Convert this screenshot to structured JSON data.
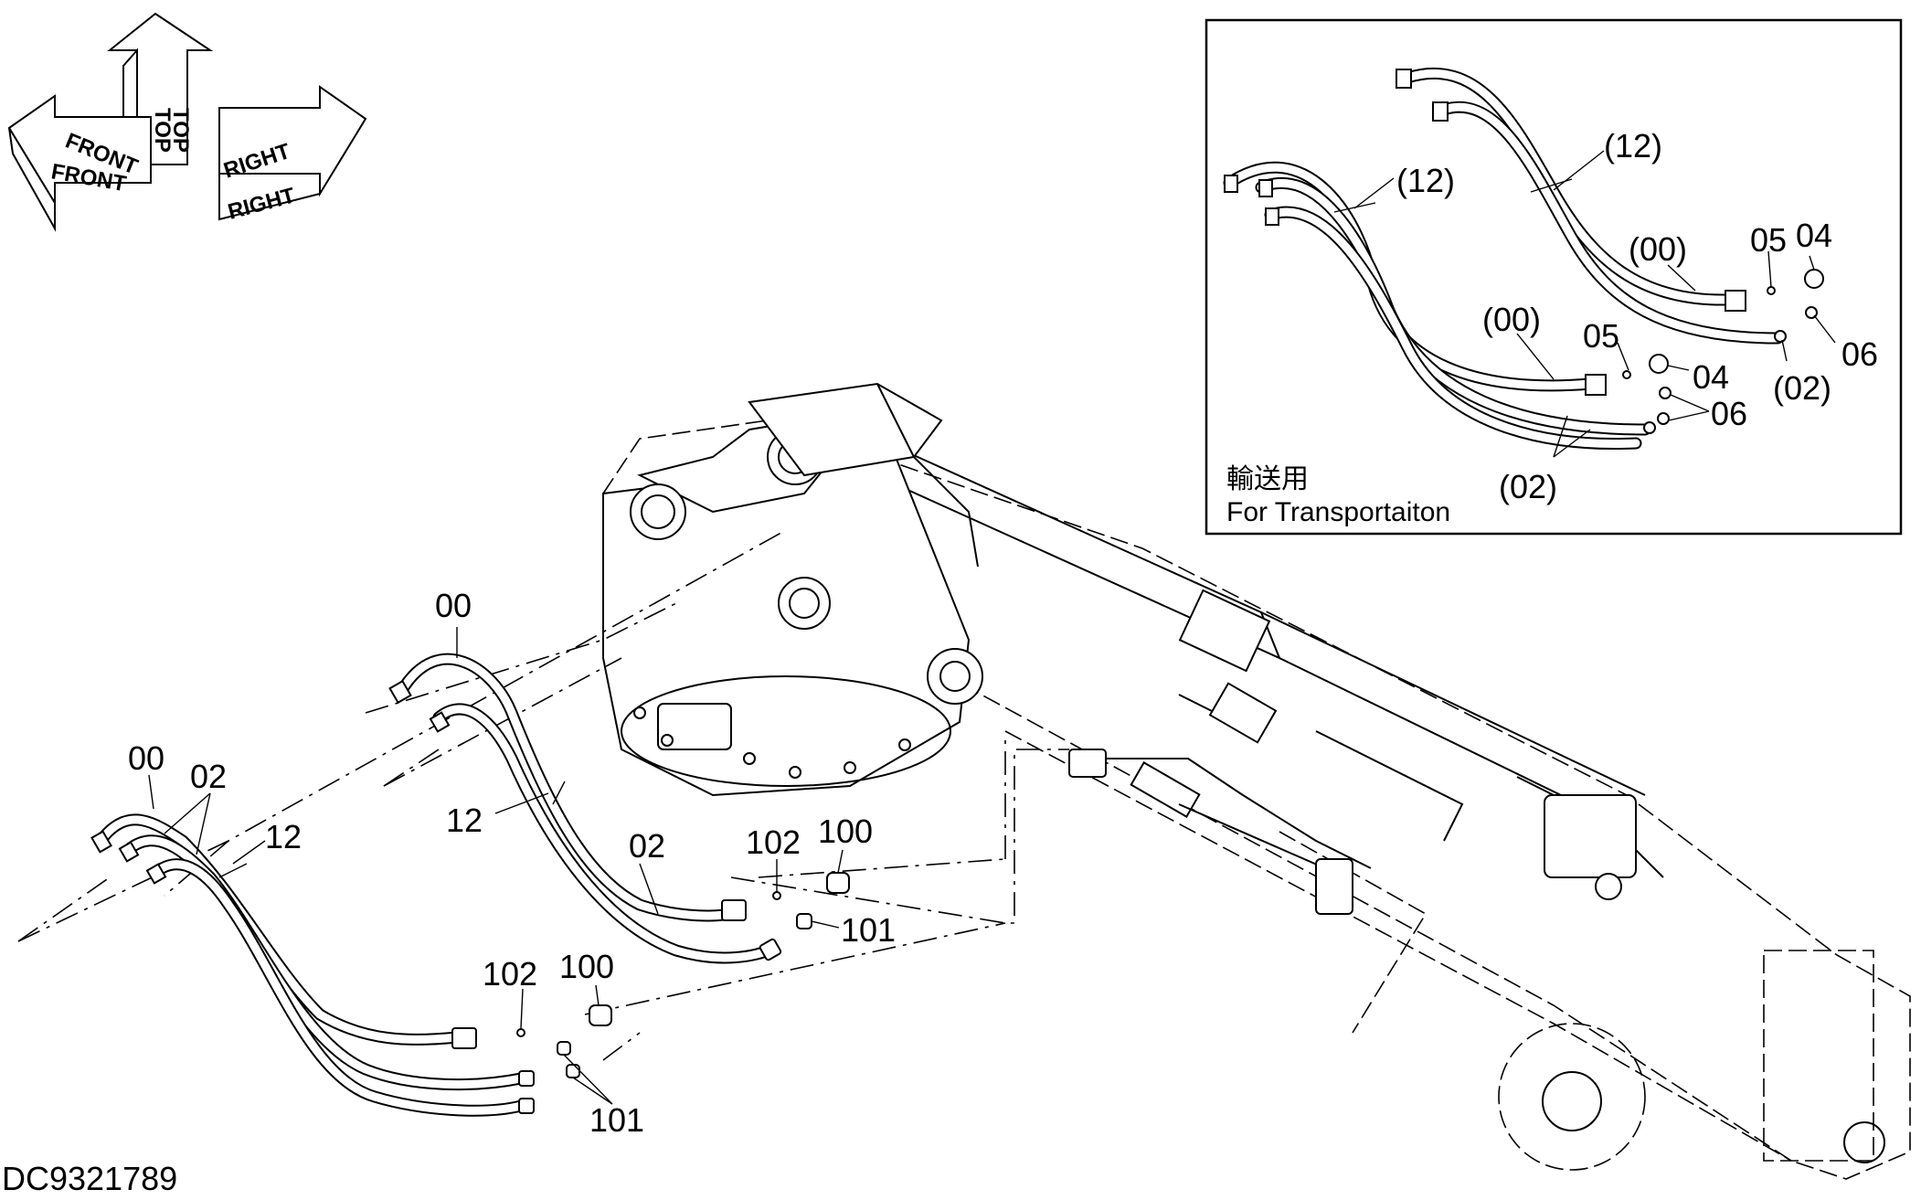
{
  "drawing_code": "DC9321789",
  "orientation": {
    "top": "TOP",
    "front": "FRONT",
    "right": "RIGHT"
  },
  "inset": {
    "caption_jp": "輸送用",
    "caption_en": "For Transportaiton",
    "labels": {
      "a12": "(12)",
      "b12": "(12)",
      "a00": "(00)",
      "b00": "(00)",
      "a05": "05",
      "b05": "05",
      "a04": "04",
      "b04": "04",
      "a06": "06",
      "b06": "06",
      "a02": "(02)",
      "b02": "(02)"
    }
  },
  "main_labels": {
    "p00_top": "00",
    "p00_left": "00",
    "p02_left": "02",
    "p12_left": "12",
    "p12_mid": "12",
    "p02_mid": "02",
    "p102_a": "102",
    "p100_a": "100",
    "p101_a": "101",
    "p102_b": "102",
    "p100_b": "100",
    "p101_b": "101"
  }
}
